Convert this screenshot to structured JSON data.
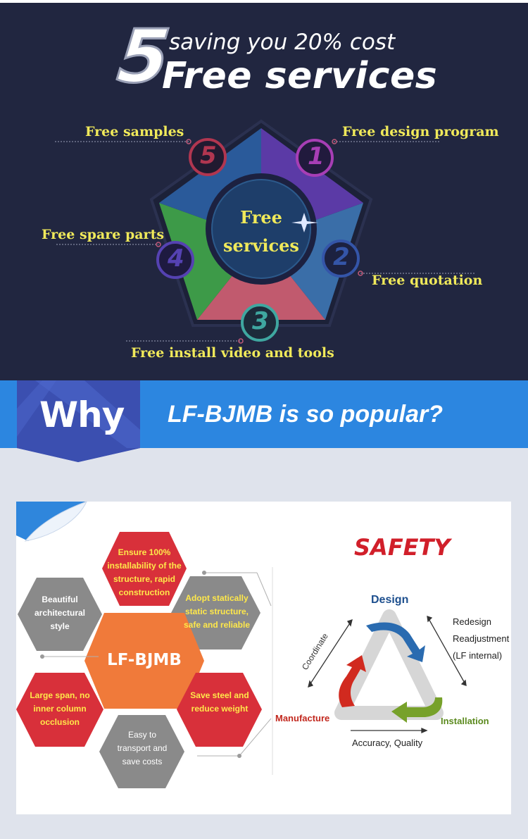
{
  "hero": {
    "number": "5",
    "tagline": "saving you 20% cost",
    "title": "Free services"
  },
  "services": {
    "center_line1": "Free",
    "center_line2": "services",
    "items": [
      {
        "num": "1",
        "label": "Free design program"
      },
      {
        "num": "2",
        "label": "Free quotation"
      },
      {
        "num": "3",
        "label": "Free install video and tools"
      },
      {
        "num": "4",
        "label": "Free spare parts"
      },
      {
        "num": "5",
        "label": "Free samples"
      }
    ]
  },
  "why": {
    "badge": "Why",
    "question": "LF-BJMB is so popular?"
  },
  "features": {
    "brand": "LF-BJMB",
    "ensure": "Ensure 100% installability of the structure, rapid construction",
    "adopt": "Adopt statically static structure, safe and reliable",
    "beautiful": "Beautiful architectural style",
    "large_span": "Large span, no inner column occlusion",
    "save": "Save steel and reduce weight",
    "easy": "Easy to transport and save costs"
  },
  "safety": {
    "title": "SAFETY",
    "design": "Design",
    "manufacture": "Manufacture",
    "installation": "Installation",
    "coordinate": "Coordinate",
    "redesign": "Redesign",
    "readjustment": "Readjustment",
    "lf_internal": "(LF internal)",
    "accuracy": "Accuracy, Quality"
  },
  "colors": {
    "navy_bg": "#212640",
    "label_yellow": "#f0e95a",
    "why_blue": "#2c86e0",
    "hex_red": "#d8303a",
    "hex_orange": "#f07a3a",
    "hex_gray": "#8a8a8a",
    "safety_red": "#d11f2a"
  }
}
